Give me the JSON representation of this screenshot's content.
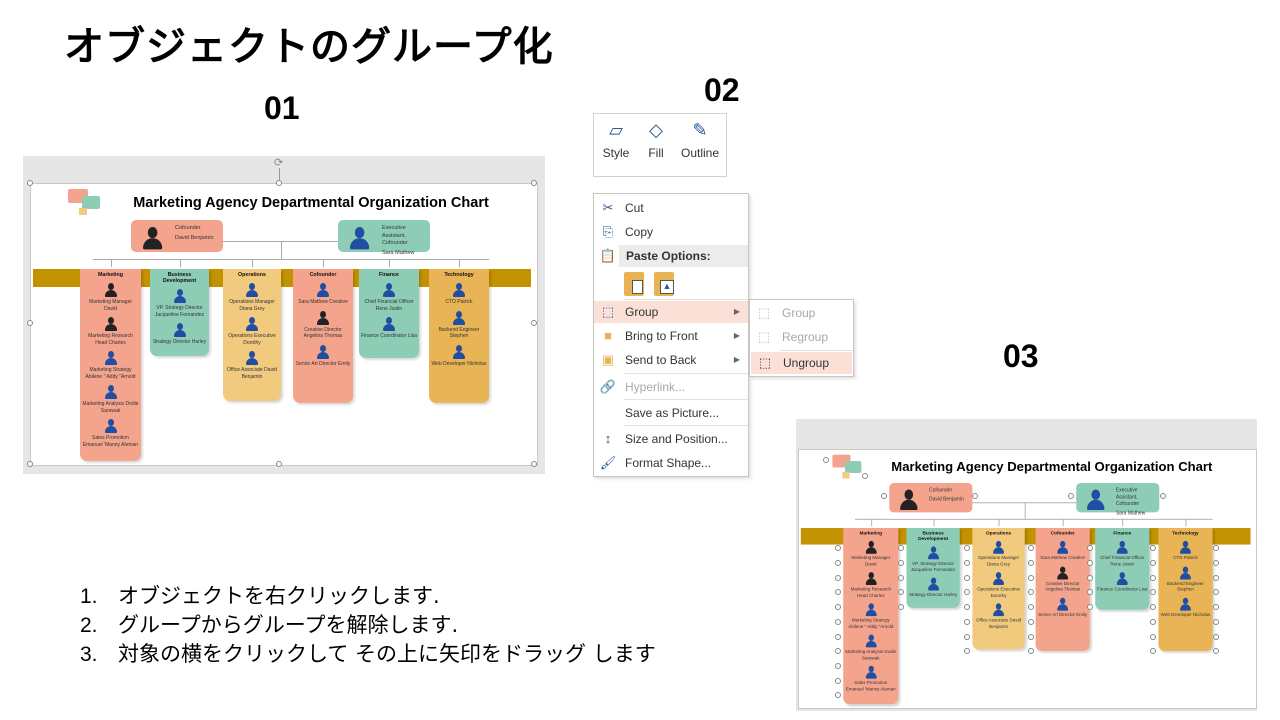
{
  "slide": {
    "title": "オブジェクトのグループ化",
    "labels": [
      "01",
      "02",
      "03"
    ],
    "steps": [
      {
        "n": "1.",
        "text": "オブジェクトを右クリックします."
      },
      {
        "n": "2.",
        "text": "グループからグループを解除します."
      },
      {
        "n": "3.",
        "text": "対象の横をクリックして その上に矢印をドラッグ します"
      }
    ]
  },
  "colors": {
    "salmon": "#f4a48c",
    "teal": "#8dcdb6",
    "yellow": "#f1ca7e",
    "amber": "#e8b455",
    "band": "#c39200",
    "highlight": "#fbe0d8"
  },
  "org_chart": {
    "title": "Marketing Agency Departmental Organization Chart",
    "top": [
      {
        "role": "Cofounder",
        "name": "David Benjamin"
      },
      {
        "role": "Executive Assistant, Cofounder",
        "name": "Sara Mathew"
      }
    ],
    "departments": [
      {
        "name": "Marketing",
        "members": [
          "Marketing Manager David",
          "Marketing Research Head Charles",
          "Marketing Strategy Abilene \" Addy \"Arnold",
          "Marketing Analysis Dodie Sarawak",
          "Sales Promotion Emanuel 'Manny Aleman"
        ]
      },
      {
        "name": "Business Development",
        "members": [
          "VP. Strategy Director Jacqueline Fernandez",
          "Strategy Director Harley"
        ]
      },
      {
        "name": "Operations",
        "members": [
          "Operations Manager Diana Grey",
          "Operations Executive Dorothy",
          "Office Associate David Benjamin"
        ]
      },
      {
        "name": "Cofounder",
        "members": [
          "Sara Mathew Creative",
          "Creative Director Angelina Thomas",
          "Senior Art Director Emily"
        ]
      },
      {
        "name": "Finance",
        "members": [
          "Chief Financial Officer Rene Justin",
          "Finance Coordinator Lisa"
        ]
      },
      {
        "name": "Technology",
        "members": [
          "CTO Patrick",
          "Backend Engineer Stephen",
          "Web Developer Nicholas"
        ]
      }
    ]
  },
  "toolbar": {
    "style": "Style",
    "fill": "Fill",
    "outline": "Outline"
  },
  "context_menu": {
    "cut": "Cut",
    "copy": "Copy",
    "paste_options": "Paste Options:",
    "group": "Group",
    "bring_to_front": "Bring to Front",
    "send_to_back": "Send to Back",
    "hyperlink": "Hyperlink...",
    "save_as_picture": "Save as Picture...",
    "size_and_position": "Size and Position...",
    "format_shape": "Format Shape..."
  },
  "submenu": {
    "group": "Group",
    "regroup": "Regroup",
    "ungroup": "Ungroup"
  }
}
